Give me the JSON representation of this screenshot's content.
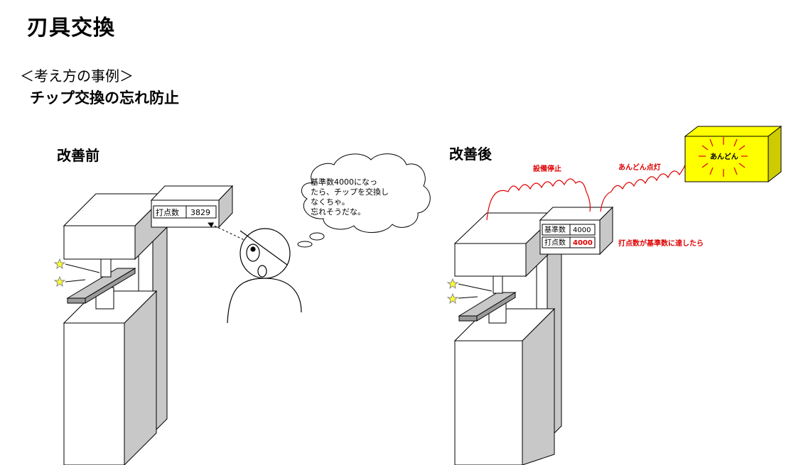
{
  "title": "刃具交換",
  "subtitle": "＜考え方の事例＞",
  "heading": "チップ交換の忘れ防止",
  "before": {
    "label": "改善前",
    "counter_label": "打点数",
    "counter_value": "3829",
    "thought_lines": [
      "基準数4000になっ",
      "たら、チップを交換し",
      "なくちゃ。",
      "忘れそうだな。"
    ]
  },
  "after": {
    "label": "改善後",
    "base_label": "基準数",
    "base_value": "4000",
    "counter_label": "打点数",
    "counter_value": "4000",
    "signal_stop": "設備停止",
    "signal_lamp": "あんどん点灯",
    "condition": "打点数が基準数に達したら",
    "andon_text": "あんどん"
  },
  "colors": {
    "alert": "#e00000",
    "andon": "#ffff00",
    "machine_gray": "#c8c8c8",
    "plate_gray": "#999999"
  }
}
